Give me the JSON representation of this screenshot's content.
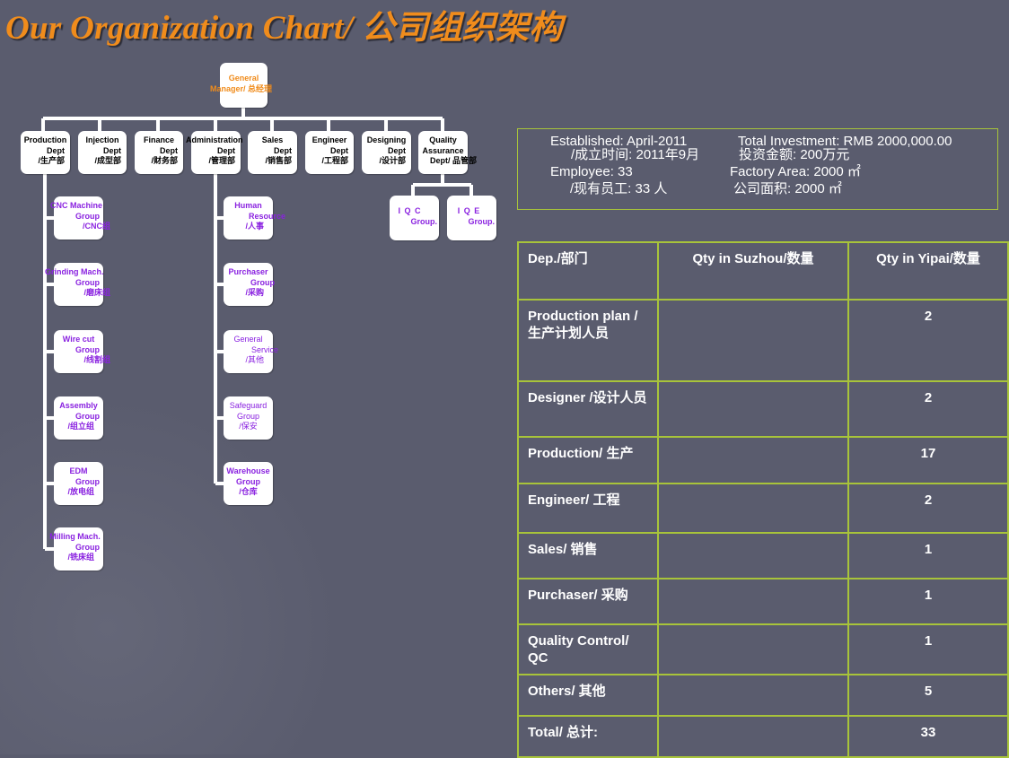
{
  "title": "Our Organization Chart/ 公司组织架构",
  "org": {
    "gm": {
      "l1": "General",
      "l2": "Manager/ 总经理"
    },
    "departments": [
      {
        "l1": "Production",
        "l2": "Dept",
        "l3": "/生产部"
      },
      {
        "l1": "Injection",
        "l2": "Dept",
        "l3": "/成型部"
      },
      {
        "l1": "Finance",
        "l2": "Dept",
        "l3": "/财务部"
      },
      {
        "l1": "Administration",
        "l2": "Dept",
        "l3": "/管理部"
      },
      {
        "l1": "Sales",
        "l2": "Dept",
        "l3": "/销售部"
      },
      {
        "l1": "Engineer",
        "l2": "Dept",
        "l3": "/工程部"
      },
      {
        "l1": "Designing",
        "l2": "Dept",
        "l3": "/设计部"
      },
      {
        "l1": "Quality",
        "l2": "Assurance",
        "l3": "Dept/ 品管部"
      }
    ],
    "production_groups": [
      {
        "l1": "CNC Machine",
        "l2": "Group",
        "l3": "/CNC组"
      },
      {
        "l1": "Grinding Mach.",
        "l2": "Group",
        "l3": "/磨床组"
      },
      {
        "l1": "Wire cut",
        "l2": "Group",
        "l3": "/线割组"
      },
      {
        "l1": "Assembly",
        "l2": "Group",
        "l3": "/组立组"
      },
      {
        "l1": "EDM",
        "l2": "Group",
        "l3": "/放电组"
      },
      {
        "l1": "Milling Mach.",
        "l2": "Group",
        "l3": "/铣床组"
      }
    ],
    "admin_groups": [
      {
        "l1": "Human",
        "l2": "Resource",
        "l3": "/人事"
      },
      {
        "l1": "Purchaser",
        "l2": "Group",
        "l3": "/采购"
      },
      {
        "l1": "General",
        "l2": "Service",
        "l3": "/其他"
      },
      {
        "l1": "Safeguard",
        "l2": "Group",
        "l3": "/保安"
      },
      {
        "l1": "Warehouse",
        "l2": "Group",
        "l3": "/仓库"
      }
    ],
    "qa_groups": [
      {
        "l1": "I Q C",
        "l2": "Group."
      },
      {
        "l1": "I Q E",
        "l2": "Group."
      }
    ]
  },
  "company_info": {
    "established": "Established: April-2011",
    "established_cn": "/成立时间: 2011年9月",
    "investment": "Total Investment: RMB 2000,000.00",
    "investment_cn": "投资金额: 200万元",
    "employee": "Employee:  33",
    "employee_cn": "/现有员工:  33 人",
    "factory_area": "Factory Area: 2000 ㎡",
    "factory_area_cn": "公司面积: 2000 ㎡"
  },
  "staff_table": {
    "headers": [
      "Dep./部门",
      "Qty in Suzhou/数量",
      "Qty in Yipai/数量"
    ],
    "rows": [
      {
        "dep": "Production plan /生产计划人员",
        "suzhou": "",
        "yipai": "2"
      },
      {
        "dep": "Designer /设计人员",
        "suzhou": "",
        "yipai": "2"
      },
      {
        "dep": "Production/ 生产",
        "suzhou": "",
        "yipai": "17"
      },
      {
        "dep": "Engineer/ 工程",
        "suzhou": "",
        "yipai": "2"
      },
      {
        "dep": "Sales/ 销售",
        "suzhou": "",
        "yipai": "1"
      },
      {
        "dep": "Purchaser/ 采购",
        "suzhou": "",
        "yipai": "1"
      },
      {
        "dep": "Quality Control/ QC",
        "suzhou": "",
        "yipai": "1"
      },
      {
        "dep": "Others/ 其他",
        "suzhou": "",
        "yipai": "5"
      },
      {
        "dep": "Total/ 总计:",
        "suzhou": "",
        "yipai": "33"
      }
    ]
  }
}
